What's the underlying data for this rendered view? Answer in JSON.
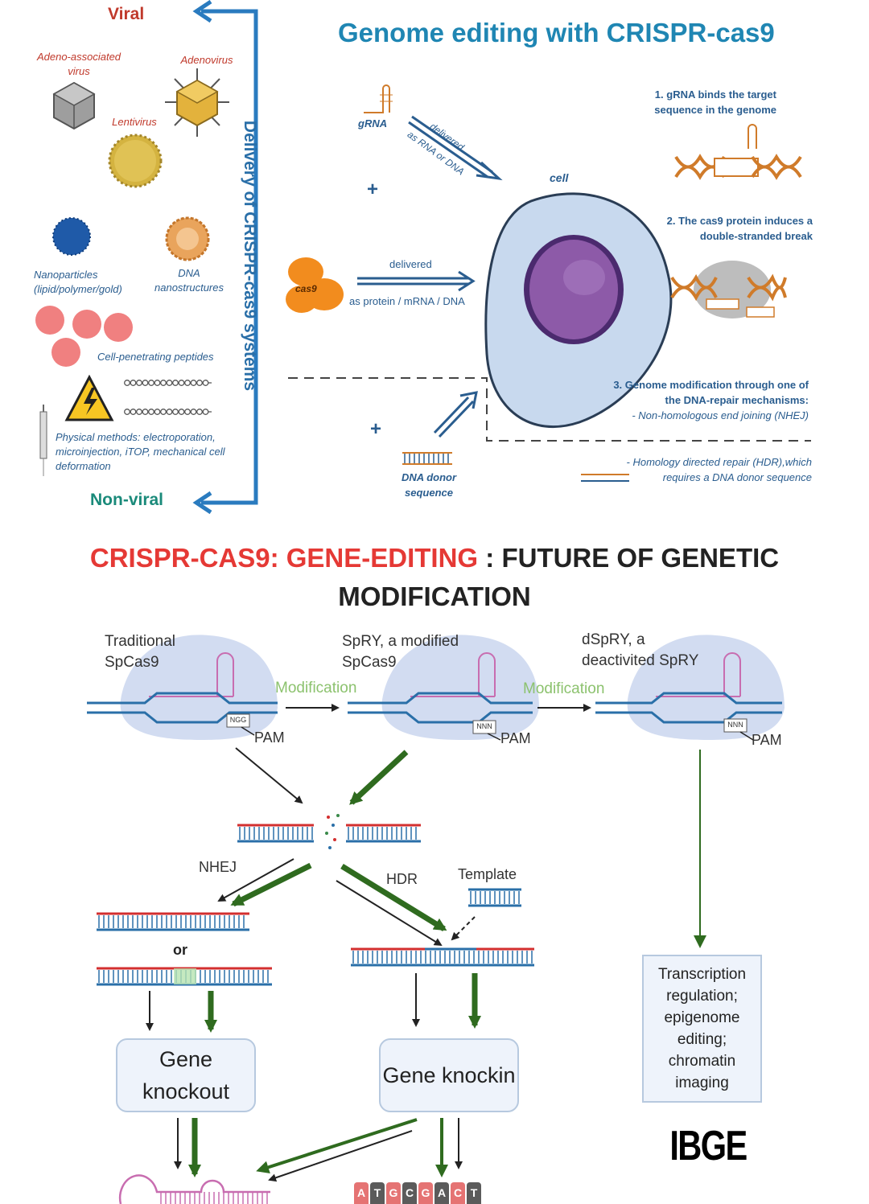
{
  "top": {
    "title": "Genome editing with CRISPR-cas9",
    "viral_label": "Viral",
    "nonviral_label": "Non-viral",
    "delivery_label": "Delivery of CRISPR-cas9 systems",
    "aav_label": "Adeno-associated virus",
    "adenovirus_label": "Adenovirus",
    "lentivirus_label": "Lentivirus",
    "nanoparticles_label": "Nanoparticles (lipid/polymer/gold)",
    "dna_nano_label": "DNA nanostructures",
    "peptides_label": "Cell-penetrating peptides",
    "physical_label": "Physical methods: electroporation, microinjection, iTOP, mechanical cell deformation",
    "grna_label": "gRNA",
    "delivered_rna_1": "delivered",
    "delivered_rna_2": "as RNA or DNA",
    "cas9_label": "cas9",
    "delivered_protein_1": "delivered",
    "delivered_protein_2": "as protein / mRNA / DNA",
    "plus": "+",
    "cell_label": "cell",
    "donor_label": "DNA donor sequence",
    "step1": "1. gRNA binds the target sequence in the genome",
    "step2": "2. The cas9 protein induces a double-stranded break",
    "step3a": "3. Genome modification through one of the DNA-repair mechanisms:",
    "step3b": "- Non-homologous end joining (NHEJ)",
    "step3c": "- Homology directed repair (HDR),which requires a DNA donor sequence"
  },
  "bottom": {
    "title_red": "CRISPR-CAS9: GENE-EDITING",
    "title_black": ": FUTURE OF GENETIC MODIFICATION",
    "traditional_label": "Traditional SpCas9",
    "spry_label": "SpRY, a modified SpCas9",
    "dspry_label": "dSpRY, a deactivited SpRY",
    "modification_1": "Modification",
    "modification_2": "Modification",
    "pam_1": "PAM",
    "pam_2": "PAM",
    "pam_3": "PAM",
    "pam_seq_1": "NGG",
    "pam_seq_2": "NNN",
    "pam_seq_3": "NNN",
    "nhej_label": "NHEJ",
    "hdr_label": "HDR",
    "template_label": "Template",
    "or_label": "or",
    "knockout_label": "Gene knockout",
    "knockin_label": "Gene knockin",
    "transcription_label": "Transcription regulation; epigenome editing; chromatin imaging",
    "ibge_label": "IBGE",
    "bases": [
      "A",
      "T",
      "G",
      "C",
      "G",
      "A",
      "C",
      "T"
    ]
  },
  "colors": {
    "title_blue": "#1f86b3",
    "delivery_blue": "#2a7bbf",
    "title_red": "#e53935",
    "arrow_green": "#2f6b1f",
    "modification_green": "#8cc26e"
  }
}
